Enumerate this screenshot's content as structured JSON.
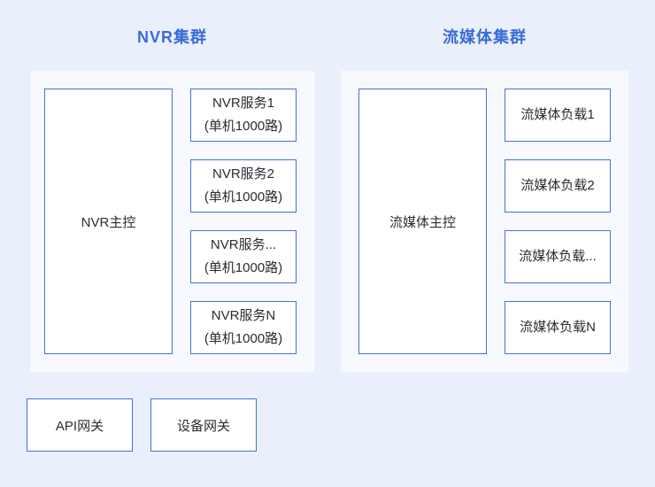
{
  "page": {
    "background": "#eaeffc",
    "panel_background": "#f7f9fe",
    "accent_color": "#3a6bd8",
    "border_color": "#4272d7",
    "text_color": "#2a2c30"
  },
  "clusters": [
    {
      "title": "NVR集群",
      "master": "NVR主控",
      "nodes": [
        {
          "line1": "NVR服务1",
          "line2": "(单机1000路)"
        },
        {
          "line1": "NVR服务2",
          "line2": "(单机1000路)"
        },
        {
          "line1": "NVR服务...",
          "line2": "(单机1000路)"
        },
        {
          "line1": "NVR服务N",
          "line2": "(单机1000路)"
        }
      ]
    },
    {
      "title": "流媒体集群",
      "master": "流媒体主控",
      "nodes": [
        {
          "line1": "流媒体负载1"
        },
        {
          "line1": "流媒体负载2"
        },
        {
          "line1": "流媒体负载..."
        },
        {
          "line1": "流媒体负载N"
        }
      ]
    }
  ],
  "gateways": [
    {
      "label": "API网关"
    },
    {
      "label": "设备网关"
    }
  ]
}
